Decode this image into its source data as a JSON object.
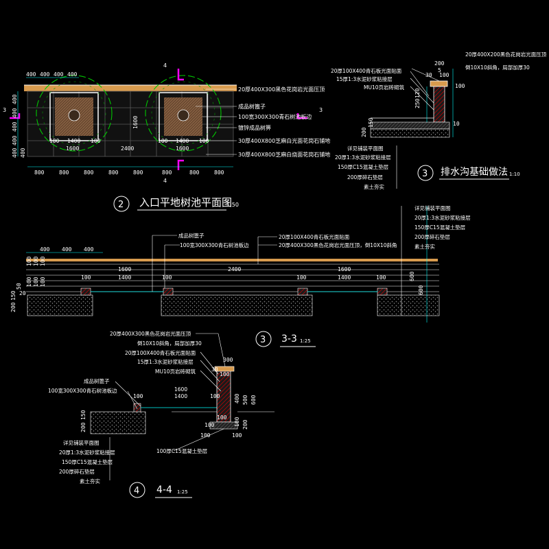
{
  "drawings": {
    "plan": {
      "number": "2",
      "title": "入口平地树池平面图",
      "scale": "1:50",
      "section_marks": [
        "3",
        "3",
        "4",
        "4"
      ],
      "top_dims": [
        "400",
        "400",
        "400",
        "400"
      ],
      "left_dims": [
        "400",
        "400",
        "400",
        "400",
        "400",
        "400"
      ],
      "mid_dims": [
        "100",
        "1400",
        "100",
        "100",
        "1400",
        "100"
      ],
      "mid_totals": [
        "1600",
        "2400",
        "1600",
        "1600"
      ],
      "bottom_dims": [
        "800",
        "800",
        "800",
        "800",
        "800",
        "800",
        "800",
        "800"
      ],
      "callouts": [
        "20厚400X300黑色花岗岩光面压顶",
        "成品树篦子",
        "100宽300X300青石树池板边",
        "镀锌成品树箅",
        "30厚400X800芝麻白光面花岗石铺地",
        "30厚400X800芝麻白烧面花岗石铺地"
      ]
    },
    "drain": {
      "number": "3",
      "title": "排水沟基础做法",
      "scale": "1:10",
      "top_notes": [
        "20厚400X200黑色花岗岩光面压顶",
        "倒10X10斜角，局部加厚30"
      ],
      "left_notes": [
        "20厚100X400青石板光面贴面",
        "15厚1:3水泥砂浆粘接层",
        "MU10页岩砖砌筑"
      ],
      "base_notes": [
        "详见铺装平面图",
        "20厚1:3水泥砂浆粘接层",
        "150厚C15混凝土垫层",
        "200厚碎石垫层",
        "素土夯实"
      ],
      "dims": [
        "200",
        "5",
        "30",
        "100",
        "100",
        "250",
        "200",
        "150",
        "120",
        "10"
      ]
    },
    "section33": {
      "number": "3",
      "title": "3-3",
      "scale": "1:25",
      "top_dims": [
        "400",
        "400",
        "400"
      ],
      "left_dims": [
        "100",
        "100",
        "100",
        "100",
        "100",
        "100",
        "50"
      ],
      "spans": [
        "1600",
        "1400",
        "2400",
        "1600",
        "1400"
      ],
      "small_dims": [
        "100",
        "100",
        "100",
        "100"
      ],
      "callouts": [
        "成品树篦子",
        "100宽300X300青石树池板边",
        "20厚100X400青石板光面贴面",
        "20厚400X300黑色花岗岩光面压顶，倒10X10斜角"
      ],
      "right_notes": [
        "详见铺装平面图",
        "20厚1:3水泥砂浆粘接层",
        "150厚C15混凝土垫层",
        "200厚碎石垫层",
        "素土夯实"
      ],
      "side_dims": [
        "200",
        "150",
        "20",
        "600",
        "600"
      ]
    },
    "section44": {
      "number": "4",
      "title": "4-4",
      "scale": "1:25",
      "top_notes": [
        "20厚400X300黑色花岗岩光面压顶",
        "倒10X10斜角，局部加厚30",
        "20厚100X400青石板光面贴面",
        "15厚1:3水泥砂浆粘接层",
        "MU10页岩砖砌筑"
      ],
      "left_notes": [
        "成品树篦子",
        "100宽300X300青石树池板边"
      ],
      "spans": [
        "1600",
        "1400"
      ],
      "dims": [
        "300",
        "30",
        "100",
        "100",
        "100",
        "100",
        "400",
        "500",
        "600",
        "100",
        "200",
        "100",
        "200",
        "150",
        "100",
        "100",
        "100"
      ],
      "bottom_note": "100厚C15混凝土垫层",
      "base_notes": [
        "详见铺装平面图",
        "20厚1:3水泥砂浆粘接层",
        "150厚C15混凝土垫层",
        "200厚碎石垫层",
        "素土夯实"
      ]
    }
  },
  "colors": {
    "background": "#000000",
    "outline": "#ffffff",
    "dimension": "#00ffff",
    "marker": "#ff00ff",
    "foliage": "#00c800",
    "coping": "#d89b4e",
    "hatch": "#5a5a5a",
    "grate": "#8a5a3c"
  }
}
